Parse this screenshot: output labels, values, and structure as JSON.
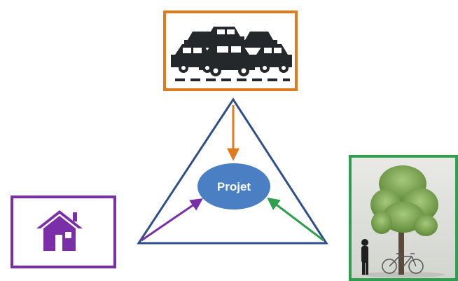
{
  "diagram": {
    "center": {
      "label": "Projet"
    },
    "nodes": [
      {
        "name": "traffic",
        "icon": "traffic-jam-cars-icon",
        "border_color": "#e07a1f"
      },
      {
        "name": "housing",
        "icon": "house-icon",
        "border_color": "#7a2fa8"
      },
      {
        "name": "nature",
        "icon": "tree-with-person-and-bicycle-image",
        "border_color": "#2e9e4f"
      }
    ],
    "colors": {
      "triangle": "#2f4f8a",
      "center_fill": "#4a7fc4",
      "arrow_traffic": "#e07a1f",
      "arrow_housing": "#7a2fa8",
      "arrow_nature": "#2e9e4f"
    }
  }
}
